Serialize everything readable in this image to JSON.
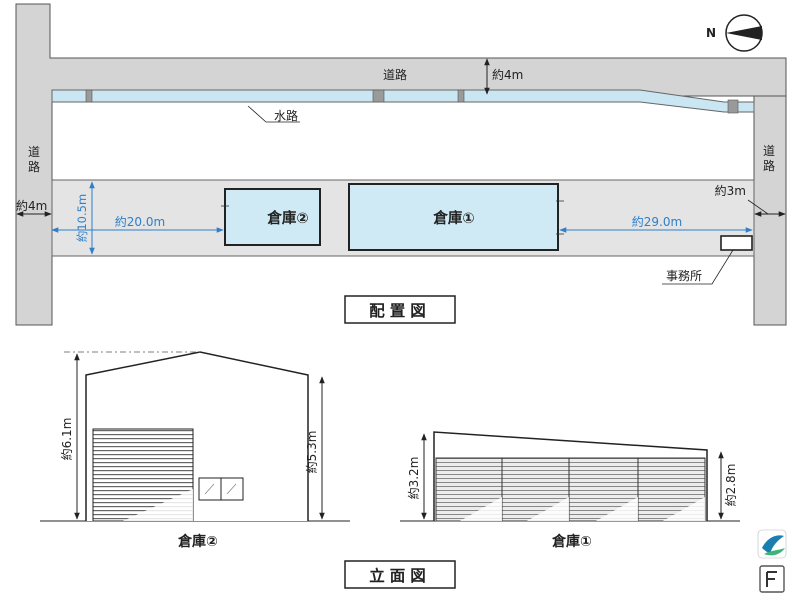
{
  "site_plan": {
    "title": "配置図",
    "road_top_label": "道路",
    "road_top_width": "約4m",
    "waterway_label": "水路",
    "road_left_label": [
      "道",
      "路"
    ],
    "road_left_width": "約4m",
    "road_right_label": [
      "道",
      "路"
    ],
    "road_right_width": "約3m",
    "site_depth": "約10.5m",
    "left_setback": "約20.0m",
    "right_setback": "約29.0m",
    "warehouse_1_label": "倉庫①",
    "warehouse_2_label": "倉庫②",
    "office_label": "事務所",
    "north_label": "N"
  },
  "elevation": {
    "title": "立面図",
    "warehouse_2": {
      "label": "倉庫②",
      "ridge_height": "約6.1m",
      "eave_height": "約5.3m"
    },
    "warehouse_1": {
      "label": "倉庫①",
      "high_side_height": "約3.2m",
      "low_side_height": "約2.8m"
    }
  },
  "colors": {
    "road": "#d4d4d4",
    "water": "#c9e6f2",
    "building_fill": "#cfeaf5",
    "dimension": "#2f7fc9",
    "outline": "#333333"
  }
}
